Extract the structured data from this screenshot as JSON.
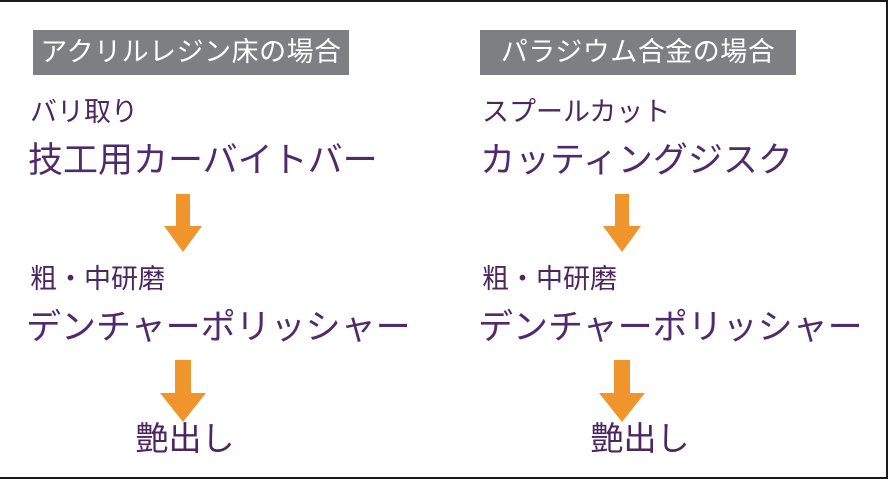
{
  "figure": {
    "title_left": "アクリルレジン床の場合",
    "title_right": "パラジウム合金の場合",
    "colors": {
      "banner_background": "#7d7f83",
      "banner_text": "#ffffff",
      "body_text": "#4d2560",
      "product_text": "#512a6b",
      "arrow": "#f0952b",
      "page_background": "#ffffff",
      "border": "#1a1a1a"
    }
  },
  "columns": [
    {
      "header": "アクリルレジン床の場合",
      "steps": [
        {
          "label": "バリ取り",
          "product": "技工用カーバイトバー"
        },
        {
          "label": "粗・中研磨",
          "product": "デンチャーポリッシャー"
        }
      ],
      "final": "艶出し",
      "arrows": [
        "down-arrow",
        "down-arrow"
      ]
    },
    {
      "header": "パラジウム合金の場合",
      "steps": [
        {
          "label": "スプールカット",
          "product": "カッティングジスク"
        },
        {
          "label": "粗・中研磨",
          "product": "デンチャーポリッシャー"
        }
      ],
      "final": "艶出し",
      "arrows": [
        "down-arrow",
        "down-arrow"
      ]
    }
  ]
}
